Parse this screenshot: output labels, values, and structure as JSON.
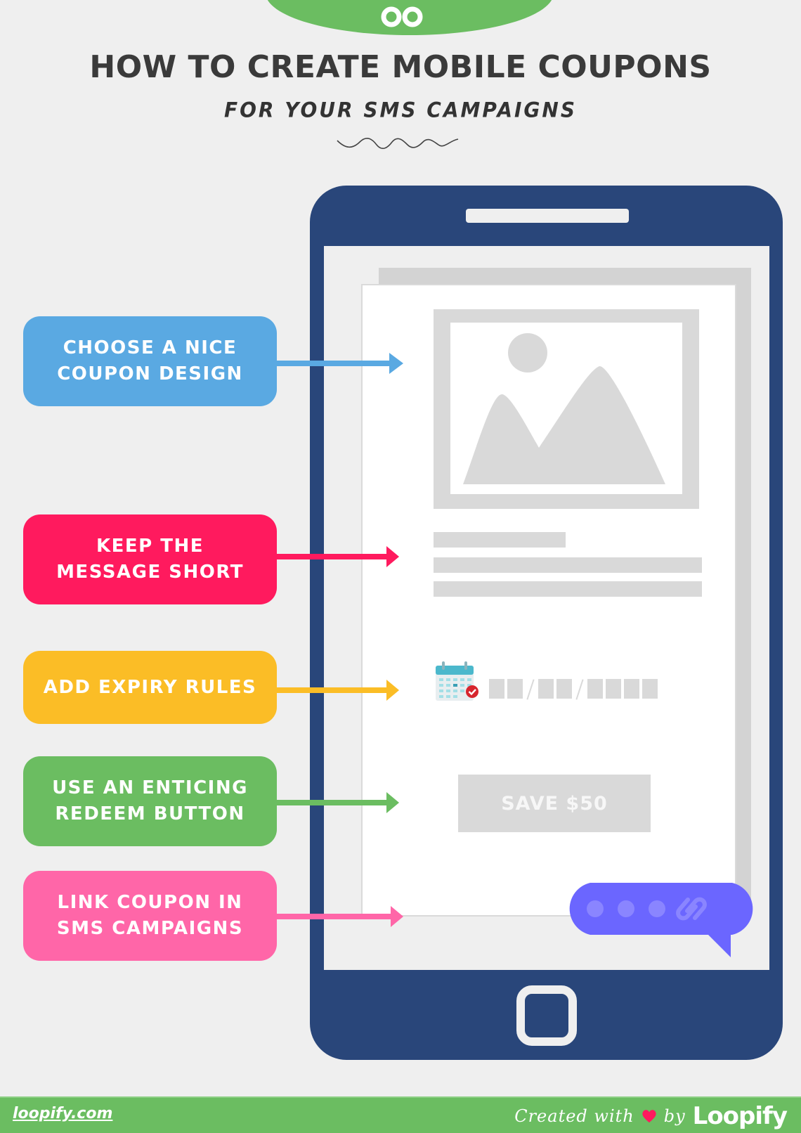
{
  "header": {
    "title": "HOW TO CREATE MOBILE COUPONS",
    "subtitle": "FOR YOUR SMS CAMPAIGNS",
    "logo_icon": "loopify-infinity-icon"
  },
  "colors": {
    "background": "#efefef",
    "brand_green": "#6bbd61",
    "phone_frame": "#29467a",
    "placeholder_gray": "#d9d9d9",
    "bubble_purple": "#6b66ff"
  },
  "steps": [
    {
      "label": "CHOOSE A NICE\nCOUPON DESIGN",
      "color": "#5aa9e2"
    },
    {
      "label": "KEEP THE\nMESSAGE SHORT",
      "color": "#ff1a5e"
    },
    {
      "label": "ADD EXPIRY RULES",
      "color": "#fbbd26"
    },
    {
      "label": "USE AN ENTICING\nREDEEM BUTTON",
      "color": "#6bbd61"
    },
    {
      "label": "LINK COUPON IN\nSMS CAMPAIGNS",
      "color": "#ff66a8"
    }
  ],
  "coupon": {
    "image_icon": "image-placeholder-icon",
    "calendar_icon": "calendar-check-icon",
    "date_format": "__/__/____",
    "redeem_button": "SAVE $50"
  },
  "sms_bubble": {
    "dots": 3,
    "link_icon": "link-chain-icon"
  },
  "footer": {
    "website": "loopify.com",
    "credit_prefix": "Created with",
    "credit_by": "by",
    "brand": "Loopify",
    "heart_color": "#ff1a5e"
  }
}
